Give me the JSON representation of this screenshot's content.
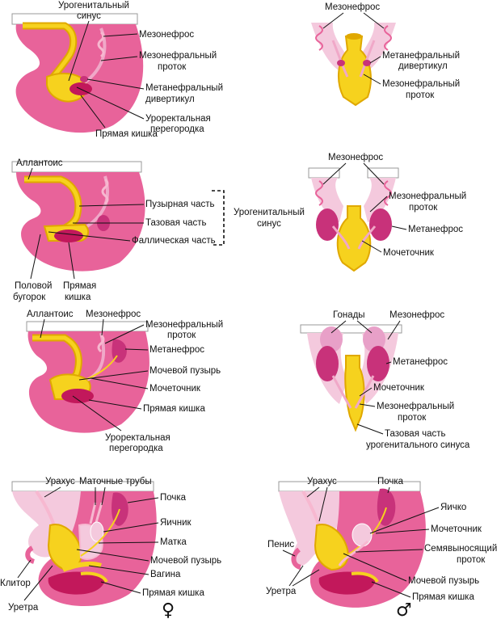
{
  "colors": {
    "mesenchyme": "#e8639a",
    "mesenchyme_light": "#f7b8d0",
    "pale": "#f4c9dd",
    "yellow": "#f6d21e",
    "yellow_dark": "#e0a800",
    "rectum": "#c2185b",
    "kidney": "#c8327a",
    "tube": "#f0a8c8"
  },
  "panel1": {
    "urogenital_sinus": [
      "Урогенитальный",
      "синус"
    ],
    "mesonephros": "Мезонефрос",
    "mesonephric_duct": [
      "Мезонефральный",
      "проток"
    ],
    "metanephric_diverticulum": [
      "Метанефральный",
      "дивертикул"
    ],
    "rectum": "Прямая кишка",
    "urorectal_septum": [
      "Уроректальная",
      "перегородка"
    ]
  },
  "panel2": {
    "mesonephros": "Мезонефрос",
    "metanephric_diverticulum": [
      "Метанефральный",
      "дивертикул"
    ],
    "mesonephric_duct": [
      "Мезонефральный",
      "проток"
    ]
  },
  "panel3": {
    "allantois": "Аллантоис",
    "vesical_part": "Пузырная часть",
    "pelvic_part": "Тазовая часть",
    "phallic_part": "Фаллическая часть",
    "urogenital_sinus": [
      "Урогенитальный",
      "синус"
    ],
    "genital_tubercle": [
      "Половой",
      "бугорок"
    ],
    "rectum": [
      "Прямая",
      "кишка"
    ]
  },
  "panel4": {
    "mesonephros": "Мезонефрос",
    "mesonephric_duct": [
      "Мезонефральный",
      "проток"
    ],
    "metanephros": "Метанефрос",
    "ureter": "Мочеточник"
  },
  "panel5": {
    "allantois": "Аллантоис",
    "mesonephros": "Мезонефрос",
    "mesonephric_duct": [
      "Мезонефральный",
      "проток"
    ],
    "metanephros": "Метанефрос",
    "bladder": "Мочевой пузырь",
    "ureter": "Мочеточник",
    "rectum": "Прямая кишка",
    "urorectal_septum": [
      "Уроректальная",
      "перегородка"
    ]
  },
  "panel6": {
    "gonads": "Гонады",
    "mesonephros": "Мезонефрос",
    "metanephros": "Метанефрос",
    "ureter": "Мочеточник",
    "mesonephric_duct": [
      "Мезонефральный",
      "проток"
    ],
    "pelvic_part_sinus": [
      "Тазовая часть",
      "урогенитального синуса"
    ]
  },
  "panel7": {
    "urachus": "Урахус",
    "uterine_tubes": "Маточные трубы",
    "kidney": "Почка",
    "ovary": "Яичник",
    "uterus": "Матка",
    "bladder": "Мочевой пузырь",
    "vagina": "Вагина",
    "clitoris": "Клитор",
    "urethra": "Уретра",
    "rectum": "Прямая кишка",
    "symbol": "♀"
  },
  "panel8": {
    "urachus": "Урахус",
    "kidney": "Почка",
    "testis": "Яичко",
    "ureter": "Мочеточник",
    "seminal_duct": [
      "Семявыносящий",
      "проток"
    ],
    "penis": "Пенис",
    "urethra": "Уретра",
    "bladder": "Мочевой пузырь",
    "rectum": "Прямая кишка",
    "symbol": "♂"
  }
}
